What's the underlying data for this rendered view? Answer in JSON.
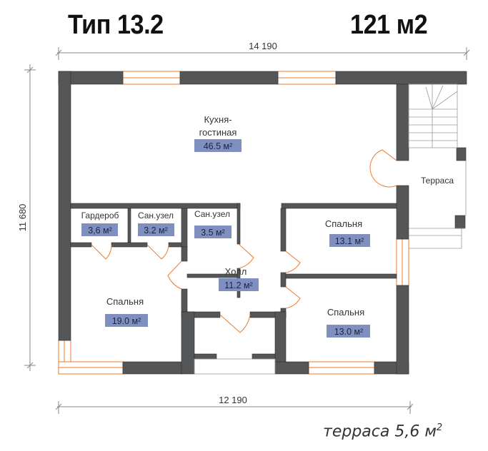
{
  "header": {
    "type_label": "Тип 13.2",
    "total_area": "121 м2"
  },
  "dimensions": {
    "top": "14 190",
    "left": "11 680",
    "bottom": "12 190"
  },
  "rooms": [
    {
      "name": "Кухня-",
      "name2": "гостиная",
      "area": "46.5 м²"
    },
    {
      "name": "Гардероб",
      "area": "3,6 м²"
    },
    {
      "name": "Сан.узел",
      "area": "3.2 м²"
    },
    {
      "name": "Сан.узел",
      "area": "3.5 м²"
    },
    {
      "name": "Холл",
      "area": "11.2 м²"
    },
    {
      "name": "Спальня",
      "area": "19.0 м²"
    },
    {
      "name": "Спальня",
      "area": "13.1 м²"
    },
    {
      "name": "Спальня",
      "area": "13.0 м²"
    },
    {
      "name": "Терраса"
    }
  ],
  "terrace_note": {
    "label": "терраса 5,6 м",
    "sup": "2"
  }
}
